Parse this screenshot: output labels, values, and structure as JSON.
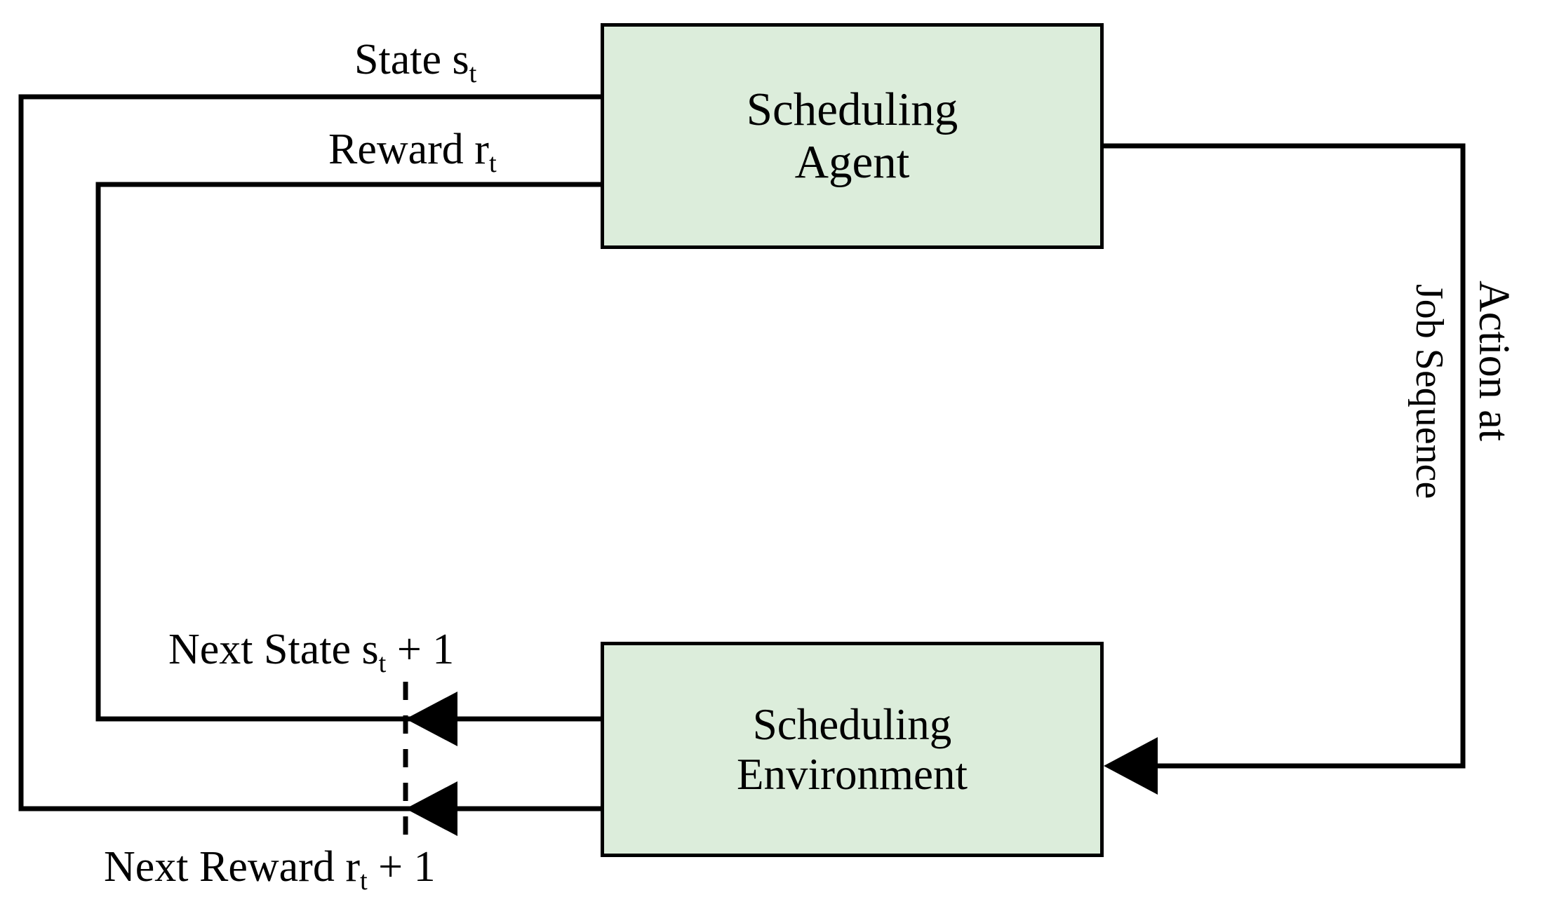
{
  "diagram": {
    "title": "Reinforcement Learning Scheduling Loop",
    "background_color": "#ffffff",
    "stroke_color": "#000000",
    "node_fill_color": "#dceddb",
    "nodes": [
      {
        "id": "scheduling-agent",
        "line1": "Scheduling",
        "line2": "Agent"
      },
      {
        "id": "scheduling-environment",
        "line1": "Scheduling",
        "line2": "Environment"
      }
    ],
    "edges": {
      "state": {
        "text": "State s",
        "sub": "t"
      },
      "reward": {
        "text": "Reward r",
        "sub": "t"
      },
      "next_state": {
        "pre": "Next State s",
        "sub": "t",
        "post": " + 1"
      },
      "next_reward": {
        "pre": "Next Reward r",
        "sub": "t",
        "post": " + 1"
      },
      "action": {
        "text": "Action a",
        "sub": "t"
      },
      "job_sequence": {
        "text": "Job Sequence",
        "sub": ""
      }
    }
  }
}
